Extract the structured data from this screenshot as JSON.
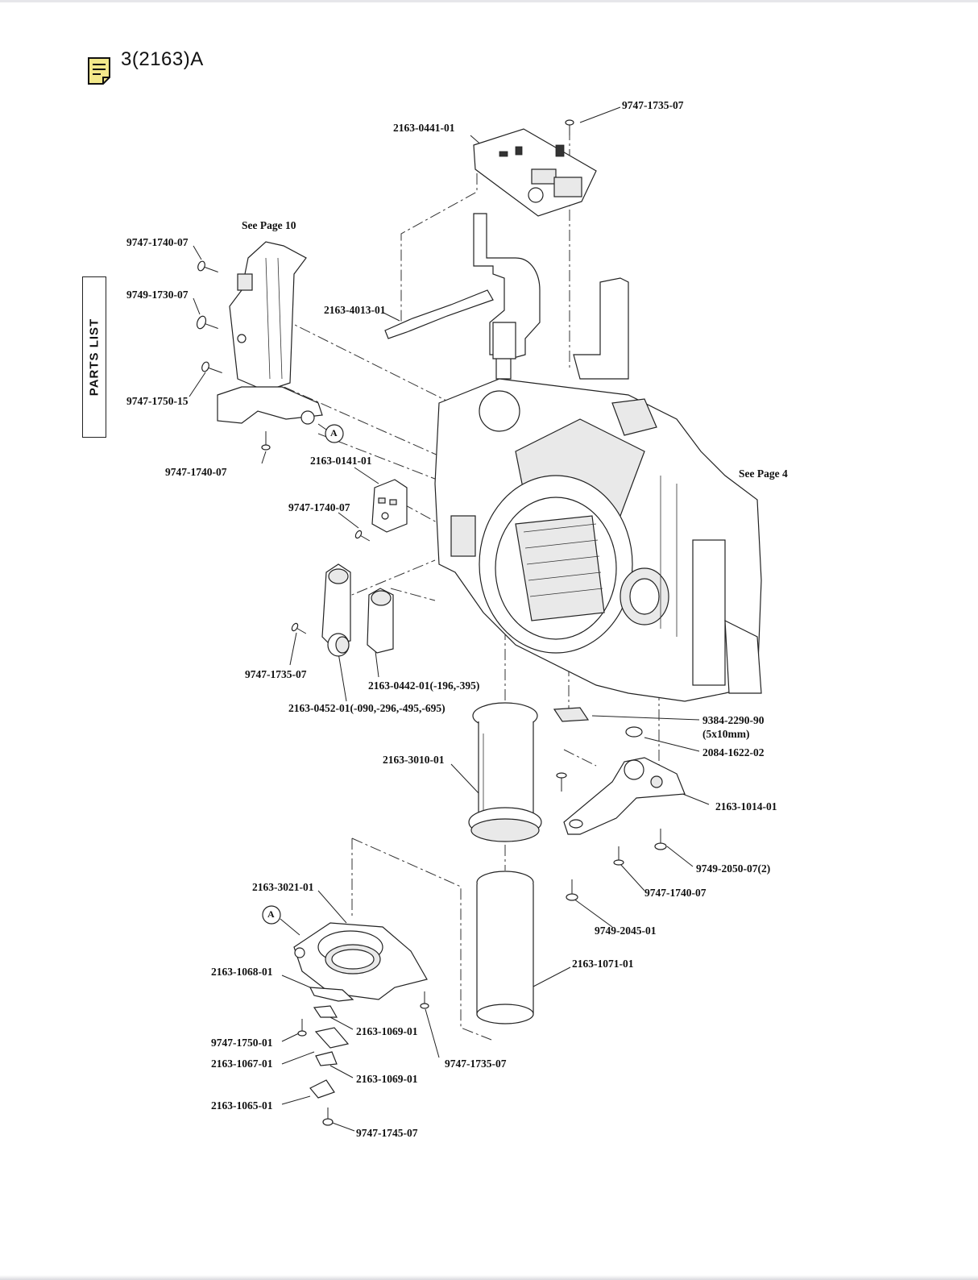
{
  "header": {
    "title": "3(2163)A",
    "side_tab": "PARTS LIST"
  },
  "references": {
    "see_page_10": "See Page 10",
    "see_page_4": "See Page 4",
    "callout_a": "A"
  },
  "part_labels": [
    "9747-1735-07",
    "2163-0441-01",
    "9747-1740-07",
    "9749-1730-07",
    "2163-4013-01",
    "9747-1750-15",
    "9747-1740-07",
    "2163-0141-01",
    "9747-1740-07",
    "9747-1735-07",
    "2163-0442-01(-196,-395)",
    "2163-0452-01(-090,-296,-495,-695)",
    "9384-2290-90",
    "(5x10mm)",
    "2084-1622-02",
    "2163-3010-01",
    "2163-1014-01",
    "9749-2050-07(2)",
    "9747-1740-07",
    "2163-3021-01",
    "9749-2045-01",
    "2163-1071-01",
    "2163-1068-01",
    "2163-1069-01",
    "9747-1750-01",
    "9747-1735-07",
    "2163-1067-01",
    "2163-1069-01",
    "2163-1065-01",
    "9747-1745-07"
  ],
  "icons": {
    "note": "note-icon"
  }
}
